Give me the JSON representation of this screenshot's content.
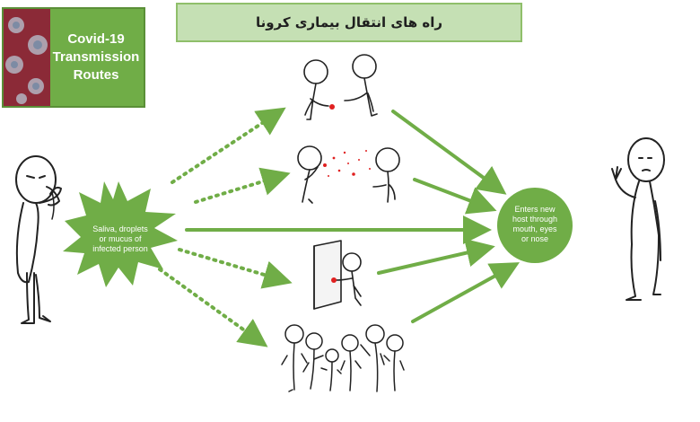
{
  "header": {
    "title": "راه های انتقال بیماری کرونا"
  },
  "badge": {
    "lines": [
      "Covid-19",
      "Transmission",
      "Routes"
    ]
  },
  "source": {
    "lines": [
      "Saliva, droplets",
      "or mucus of",
      "infected person"
    ]
  },
  "destination": {
    "lines": [
      "Enters new",
      "host through",
      "mouth,  eyes",
      "or nose"
    ]
  },
  "colors": {
    "green": "#70ad47",
    "title_bg": "#c5e0b4",
    "badge_virus": "#8b2a37",
    "droplet": "#e02020"
  }
}
